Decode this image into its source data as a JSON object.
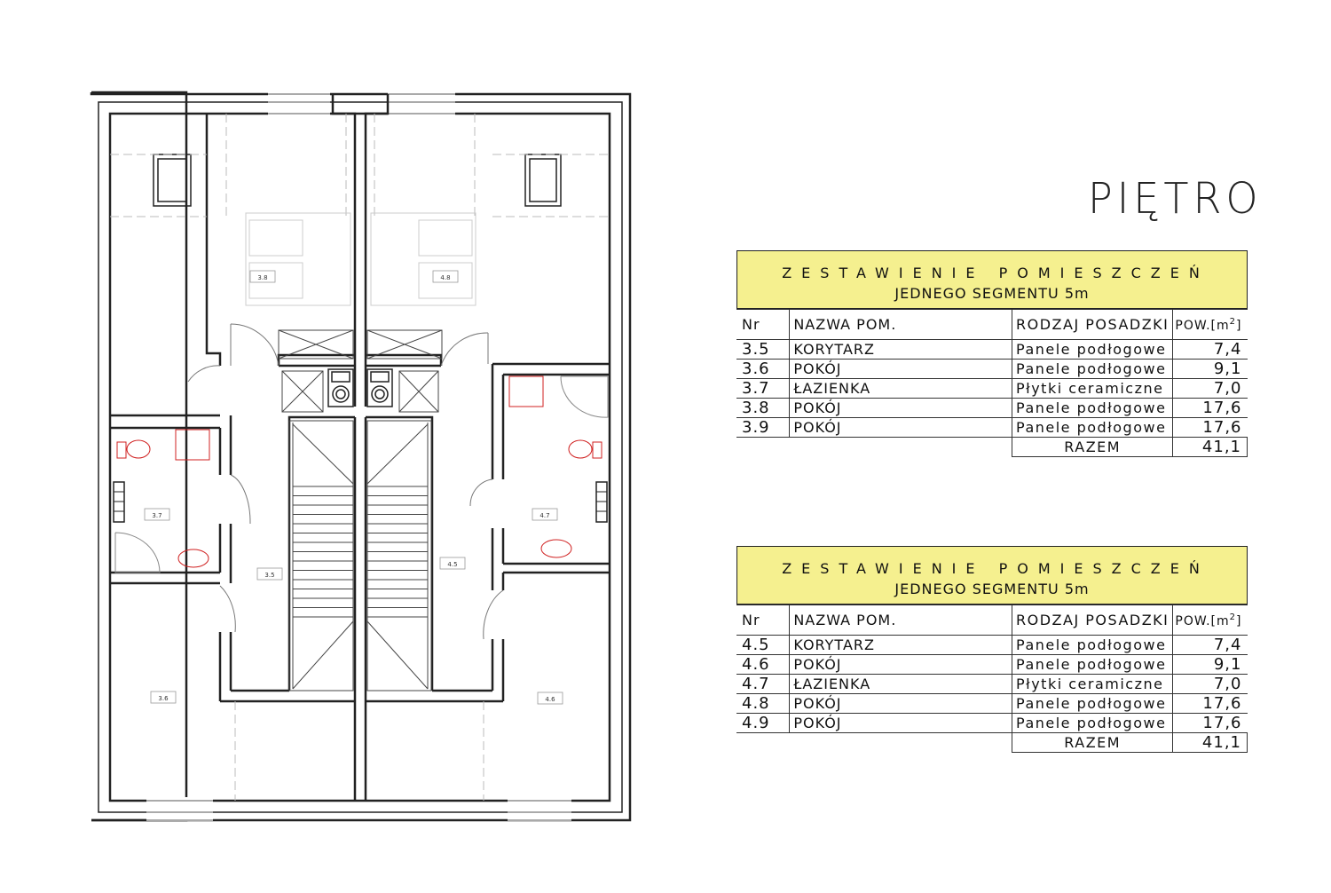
{
  "floor_title": "PIĘTRO",
  "room_labels": [
    "3.5",
    "3.6",
    "3.7",
    "3.8",
    "4.5",
    "4.6",
    "4.7",
    "4.8"
  ],
  "tables": [
    {
      "title_line1": "ZESTAWIENIE POMIESZCZEŃ",
      "title_line2": "JEDNEGO SEGMENTU 5m",
      "headers": {
        "nr": "Nr",
        "name": "NAZWA POM.",
        "floor": "RODZAJ POSADZKI",
        "area": "POW.[m",
        "area_sup": "2",
        "area_end": "]"
      },
      "rows": [
        {
          "nr": "3.5",
          "name": "KORYTARZ",
          "floor": "Panele podłogowe",
          "area": "7,4"
        },
        {
          "nr": "3.6",
          "name": "POKÓJ",
          "floor": "Panele podłogowe",
          "area": "9,1"
        },
        {
          "nr": "3.7",
          "name": "ŁAZIENKA",
          "floor": "Płytki ceramiczne",
          "area": "7,0"
        },
        {
          "nr": "3.8",
          "name": "POKÓJ",
          "floor": "Panele podłogowe",
          "area": "17,6"
        },
        {
          "nr": "3.9",
          "name": "POKÓJ",
          "floor": "Panele podłogowe",
          "area": "17,6"
        }
      ],
      "total_label": "RAZEM",
      "total": "41,1"
    },
    {
      "title_line1": "ZESTAWIENIE POMIESZCZEŃ",
      "title_line2": "JEDNEGO SEGMENTU 5m",
      "headers": {
        "nr": "Nr",
        "name": "NAZWA POM.",
        "floor": "RODZAJ POSADZKI",
        "area": "POW.[m",
        "area_sup": "2",
        "area_end": "]"
      },
      "rows": [
        {
          "nr": "4.5",
          "name": "KORYTARZ",
          "floor": "Panele podłogowe",
          "area": "7,4"
        },
        {
          "nr": "4.6",
          "name": "POKÓJ",
          "floor": "Panele podłogowe",
          "area": "9,1"
        },
        {
          "nr": "4.7",
          "name": "ŁAZIENKA",
          "floor": "Płytki ceramiczne",
          "area": "7,0"
        },
        {
          "nr": "4.8",
          "name": "POKÓJ",
          "floor": "Panele podłogowe",
          "area": "17,6"
        },
        {
          "nr": "4.9",
          "name": "POKÓJ",
          "floor": "Panele podłogowe",
          "area": "17,6"
        }
      ],
      "total_label": "RAZEM",
      "total": "41,1"
    }
  ]
}
